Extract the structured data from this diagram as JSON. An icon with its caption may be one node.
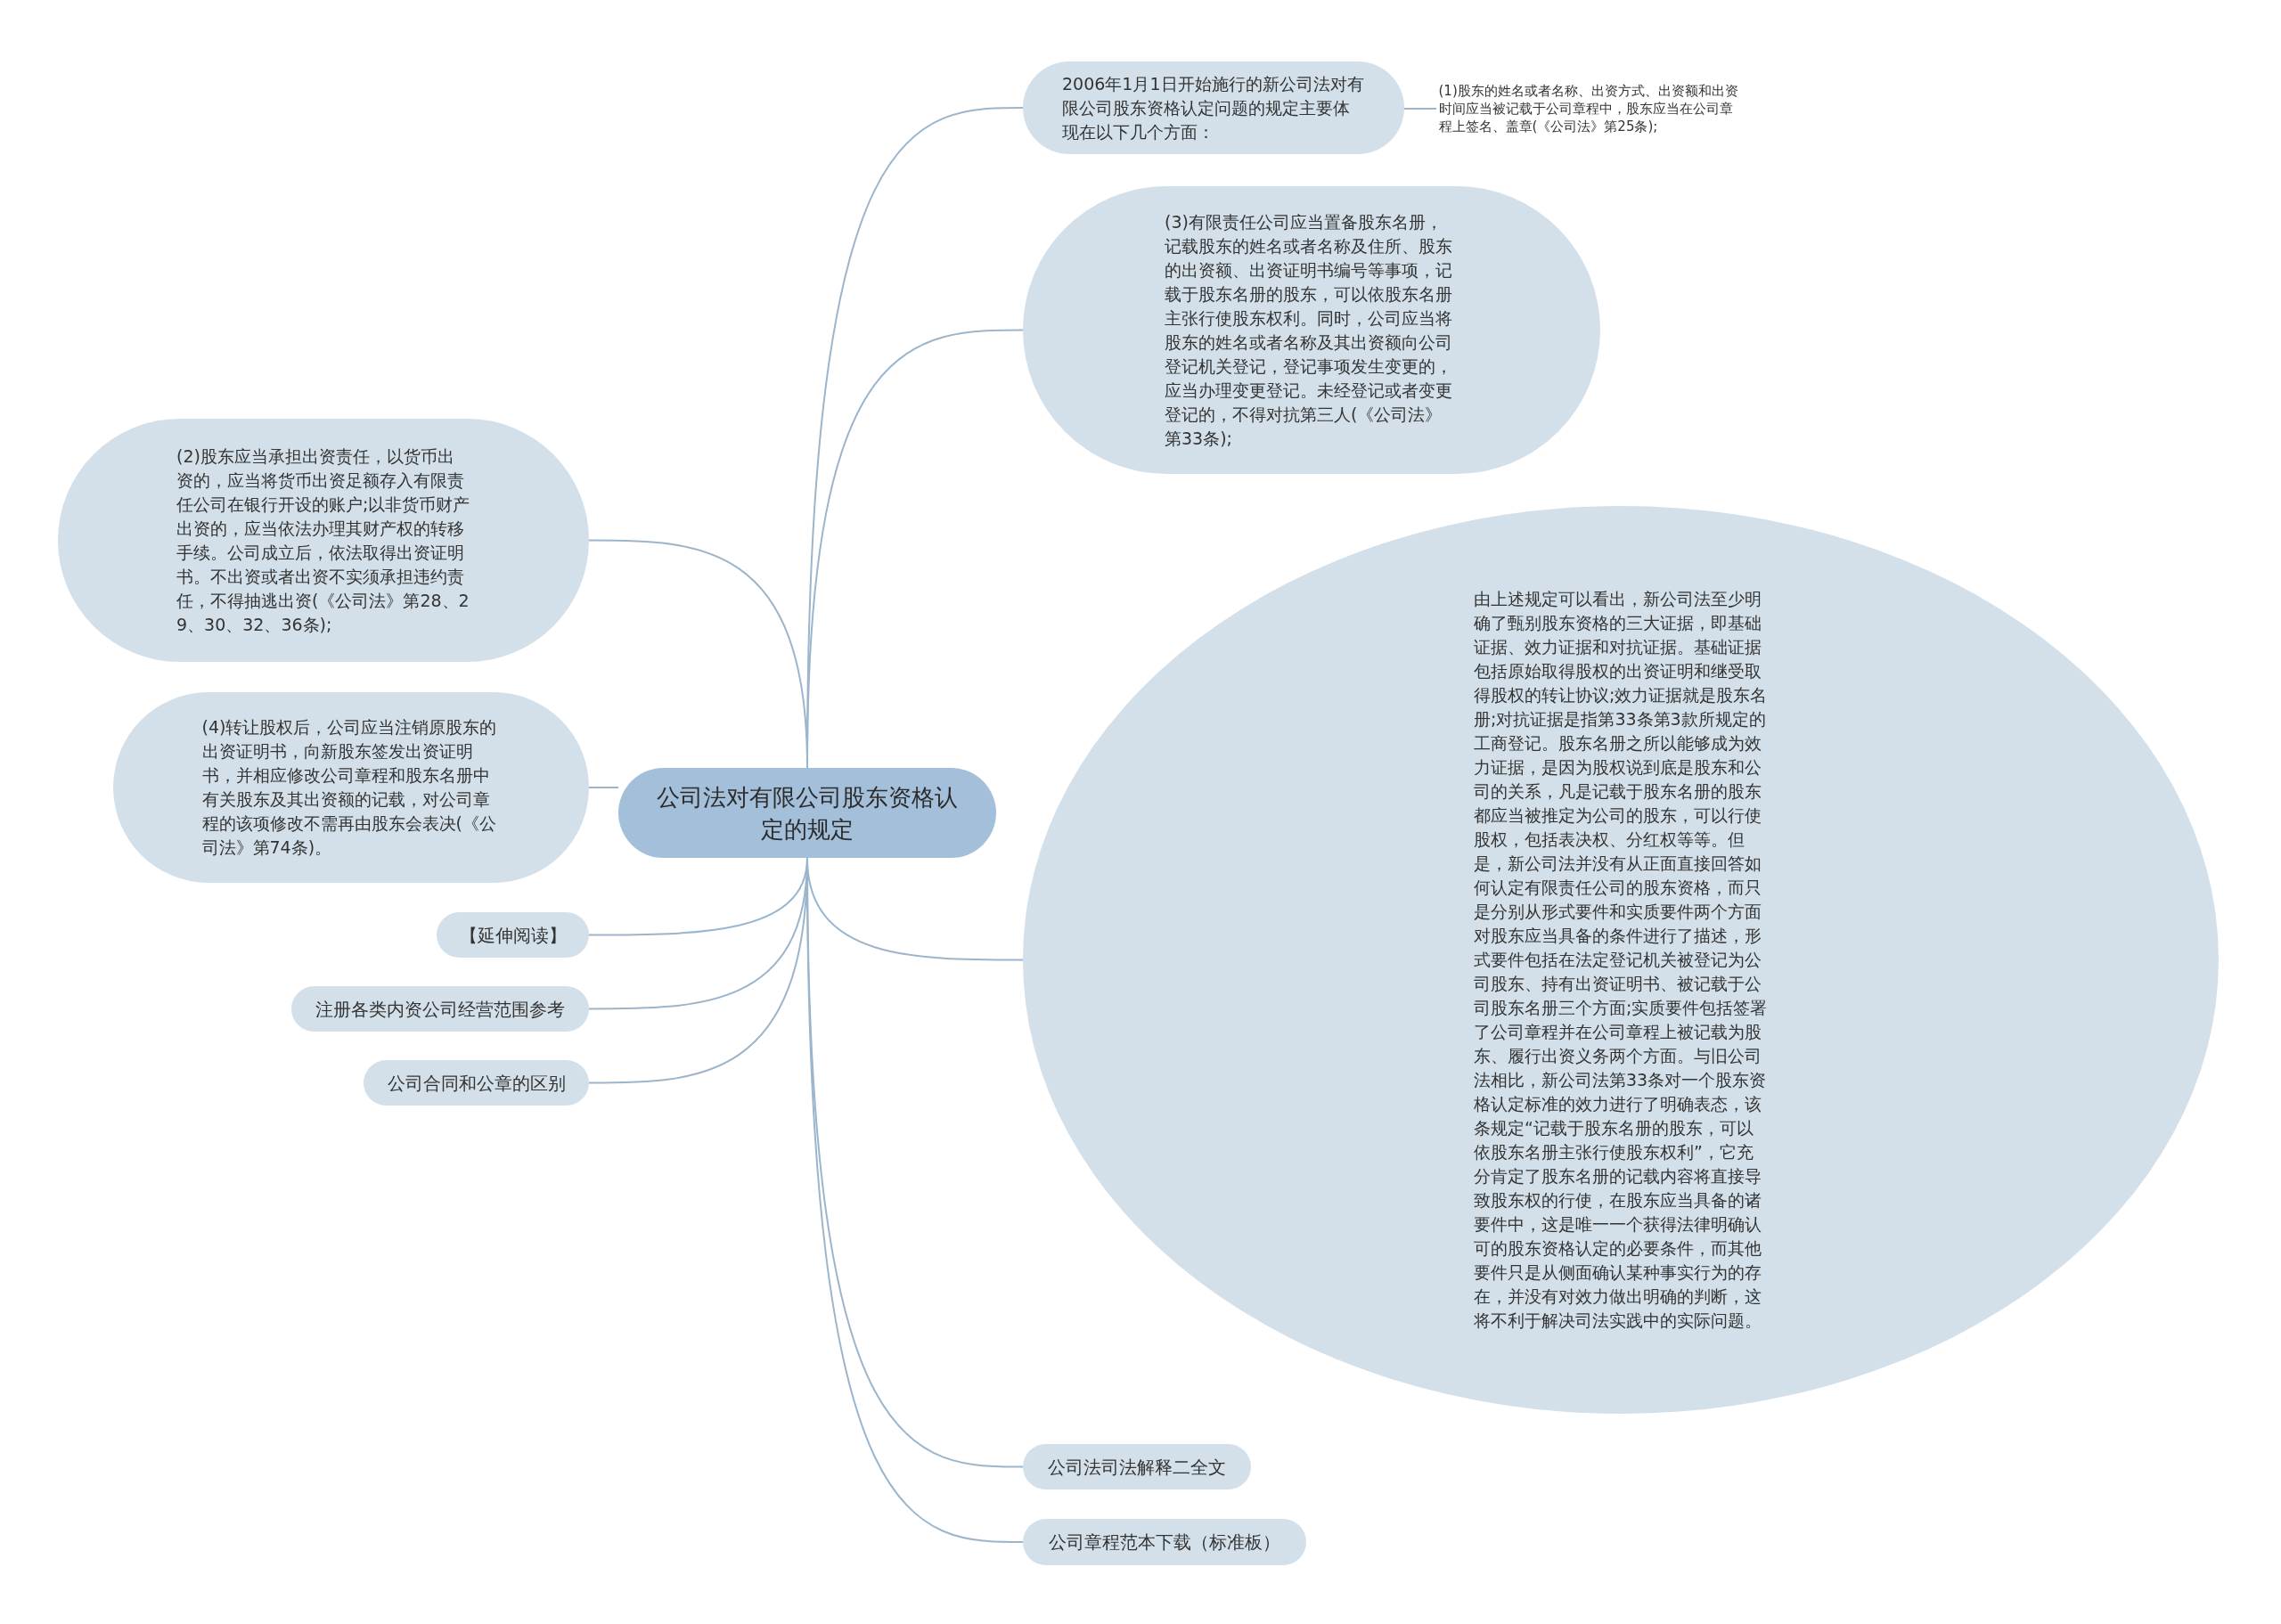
{
  "diagram": {
    "nodes": [
      {
        "text": [
          "公司法对有限公司股东资格认定的规定"
        ]
      },
      {
        "text": [
          "2006年1月1日开始施行的新公司法对有限公司股东资格认定问题的规定主要体现在以下几个方面："
        ]
      },
      {
        "text": [
          "(1)股东的姓名或者名称、出资方式、出资额和出资时间应当被记载于公司章程中，股东应当在公司章程上签名、盖章(《公司法》第25条);"
        ]
      },
      {
        "text": [
          "(3)有限责任公司应当置备股东名册，记载股东的姓名或者名称及住所、股东的出资额、出资证明书编号等事项，记载于股东名册的股东，可以依股东名册主张行使股东权利。同时，公司应当将股东的姓名或者名称及其出资额向公司登记机关登记，登记事项发生变更的，应当办理变更登记。未经登记或者变更登记的，不得对抗第三人(《公司法》第33条);"
        ]
      },
      {
        "text": [
          "由上述规定可以看出，新公司法至少明确了甄别股东资格的三大证据，即基础证据、效力证据和对抗证据。基础证据包括原始取得股权的出资证明和继受取得股权的转让协议;效力证据就是股东名册;对抗证据是指第33条第3款所规定的工商登记。股东名册之所以能够成为效力证据，是因为股权说到底是股东和公司的关系，凡是记载于股东名册的股东都应当被推定为公司的股东，可以行使股权，包括表决权、分红权等等。但是，新公司法并没有从正面直接回答如何认定有限责任公司的股东资格，而只是分别从形式要件和实质要件两个方面对股东应当具备的条件进行了描述，形式要件包括在法定登记机关被登记为公司股东、持有出资证明书、被记载于公司股东名册三个方面;实质要件包括签署了公司章程并在公司章程上被记载为股东、履行出资义务两个方面。与旧公司法相比，新公司法第33条对一个股东资格认定标准的效力进行了明确表态，该条规定“记载于股东名册的股东，可以依股东名册主张行使股东权利”，它充分肯定了股东名册的记载内容将直接导致股东权的行使，在股东应当具备的诸要件中，这是唯一一个获得法律明确认可的股东资格认定的必要条件，而其他要件只是从侧面确认某种事实行为的存在，并没有对效力做出明确的判断，这将不利于解决司法实践中的实际问题。"
        ]
      },
      {
        "text": [
          "(2)股东应当承担出资责任，以货币出资的，应当将货币出资足额存入有限责任公司在银行开设的账户;以非货币财产出资的，应当依法办理其财产权的转移手续。公司成立后，依法取得出资证明书。不出资或者出资不实须承担违约责任，不得抽逃出资(《公司法》第28、29、30、32、36条);"
        ]
      },
      {
        "text": [
          "(4)转让股权后，公司应当注销原股东的出资证明书，向新股东签发出资证明书，并相应修改公司章程和股东名册中有关股东及其出资额的记载，对公司章程的该项修改不需再由股东会表决(《公司法》第74条)。"
        ]
      },
      {
        "text": [
          "【延伸阅读】"
        ]
      },
      {
        "text": [
          "注册各类内资公司经营范围参考"
        ]
      },
      {
        "text": [
          "公司合同和公章的区别"
        ]
      },
      {
        "text": [
          "公司法司法解释二全文"
        ]
      },
      {
        "text": [
          "公司章程范本下载（标准板）"
        ]
      }
    ],
    "edges": [
      {
        "from": 0,
        "to": 1,
        "arrow": "none"
      },
      {
        "from": 1,
        "to": 2,
        "arrow": "none"
      },
      {
        "from": 0,
        "to": 3,
        "arrow": "none"
      },
      {
        "from": 0,
        "to": 4,
        "arrow": "none"
      },
      {
        "from": 0,
        "to": 5,
        "arrow": "none"
      },
      {
        "from": 0,
        "to": 6,
        "arrow": "none"
      },
      {
        "from": 0,
        "to": 7,
        "arrow": "none"
      },
      {
        "from": 0,
        "to": 8,
        "arrow": "none"
      },
      {
        "from": 0,
        "to": 9,
        "arrow": "none"
      },
      {
        "from": 0,
        "to": 10,
        "arrow": "none"
      },
      {
        "from": 0,
        "to": 11,
        "arrow": "none"
      }
    ]
  }
}
